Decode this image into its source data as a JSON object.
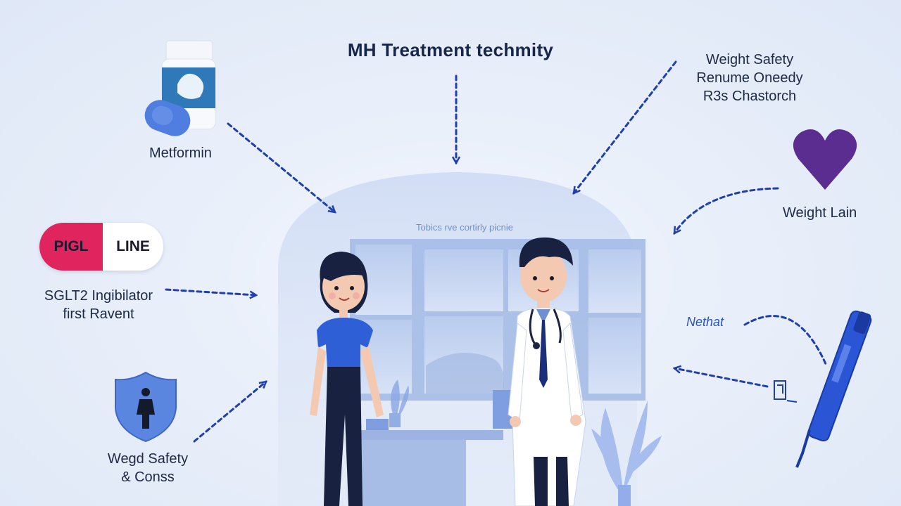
{
  "title": "MH Treatment techmity",
  "labels": {
    "metformin": "Metformin",
    "pill_left": "PIGL",
    "pill_right": "LINE",
    "sglt2_line1": "SGLT2 Ingibilator",
    "sglt2_line2": "first Ravent",
    "safety_line1": "Wegd Safety",
    "safety_line2": "& Conss",
    "weight_safety_line1": "Weight Safety",
    "weight_safety_line2": "Renume Oneedy",
    "weight_safety_line3": "R3s Chastorch",
    "weight_lain": "Weight Lain",
    "nethat": "Nethat",
    "room_caption": "Tobics rve cortirly picnie"
  },
  "colors": {
    "background": "#e6edf9",
    "arrow": "#1f3fb0",
    "heart": "#5b2d91",
    "pill_red": "#e0255e",
    "shield": "#5b86e0",
    "pen": "#2a56d6",
    "shirt": "#2f5fd6"
  },
  "icons": [
    "medication-bottle-icon",
    "pill-icon",
    "shield-person-icon",
    "heart-icon",
    "insulin-pen-icon"
  ]
}
